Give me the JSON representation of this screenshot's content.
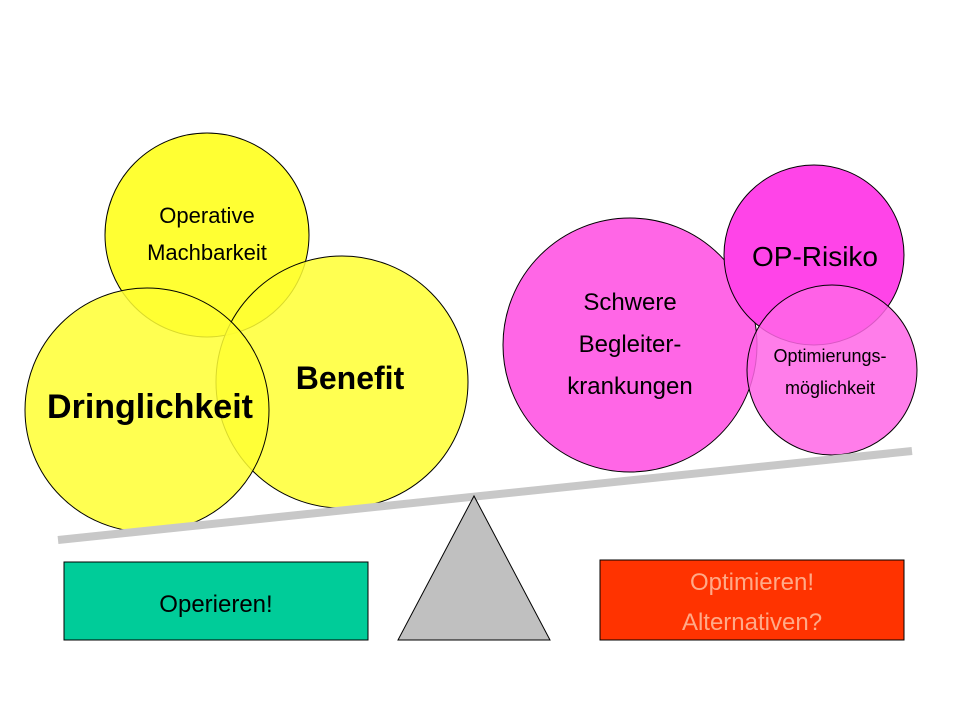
{
  "circles": {
    "operative": {
      "line1": "Operative",
      "line2": "Machbarkeit"
    },
    "dringlichkeit": {
      "label": "Dringlichkeit"
    },
    "benefit": {
      "label": "Benefit"
    },
    "schwere": {
      "line1": "Schwere",
      "line2": "Begleiter-",
      "line3": "krankungen"
    },
    "op_risiko": {
      "label": "OP-Risiko"
    },
    "optimierung": {
      "line1": "Optimierungs-",
      "line2": "möglichkeit"
    }
  },
  "boxes": {
    "operieren": {
      "label": "Operieren!"
    },
    "optimieren": {
      "line1": "Optimieren!",
      "line2": "Alternativen?"
    }
  },
  "colors": {
    "yellow": "#ffff33",
    "pink": "#ff66e6",
    "magenta": "#ff44e8",
    "beam": "#c8c8c8",
    "fulcrum": "#c0c0c0",
    "green_box": "#00cc99",
    "red_box": "#ff3300",
    "red_box_text": "#ffaa88"
  }
}
